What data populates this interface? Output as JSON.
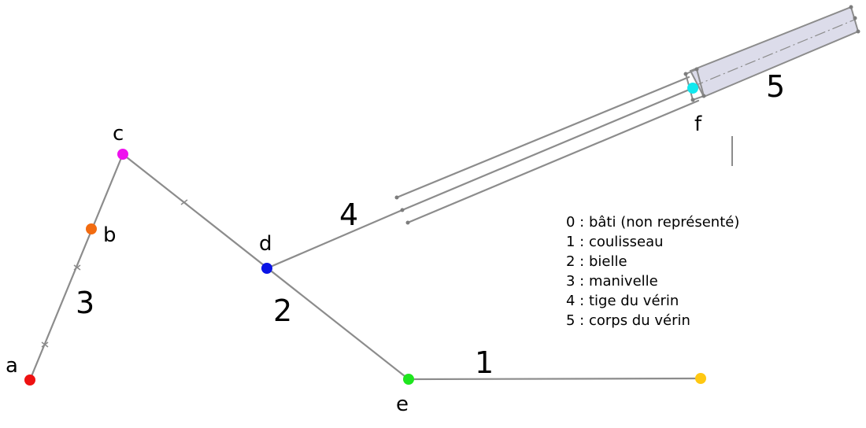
{
  "points": [
    {
      "id": "a",
      "label": "a",
      "color": "#ee1111"
    },
    {
      "id": "b",
      "label": "b",
      "color": "#f26b10"
    },
    {
      "id": "c",
      "label": "c",
      "color": "#ee11ee"
    },
    {
      "id": "d",
      "label": "d",
      "color": "#0a14e6"
    },
    {
      "id": "e",
      "label": "e",
      "color": "#1ee61e"
    },
    {
      "id": "f",
      "label": "f",
      "color": "#11e8ee"
    },
    {
      "id": "g",
      "label": "",
      "color": "#ffc812"
    }
  ],
  "part_numbers": [
    "1",
    "2",
    "3",
    "4",
    "5"
  ],
  "legend": [
    "0 : bâti (non représenté)",
    "1 : coulisseau",
    "2 : bielle",
    "3 : manivelle",
    "4 : tige du vérin",
    "5 : corps du vérin"
  ],
  "colors": {
    "links": "#8c8c8c",
    "cylinder_fill": "#dcdcea"
  }
}
